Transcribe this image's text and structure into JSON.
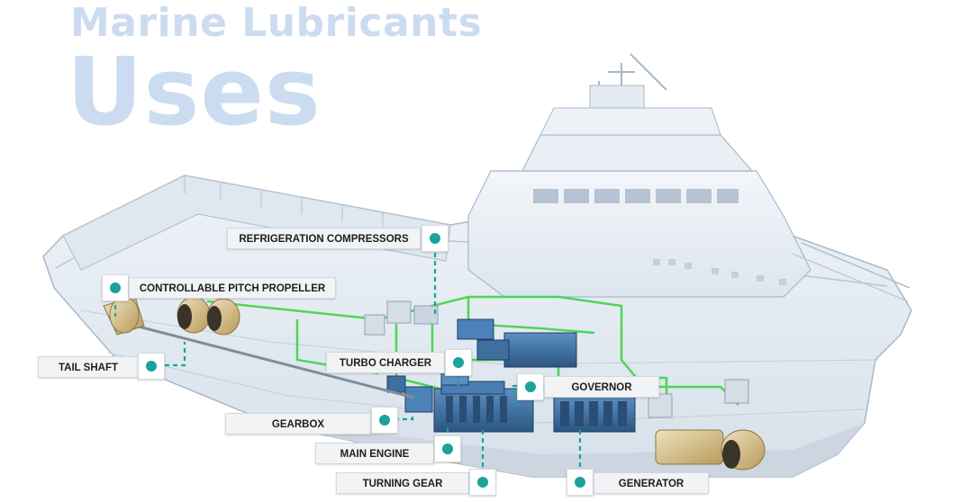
{
  "title": {
    "line1": "Marine Lubricants",
    "line2": "Uses"
  },
  "labels": {
    "refrigeration_compressors": "REFRIGERATION COMPRESSORS",
    "controllable_pitch_propeller": "CONTROLLABLE PITCH PROPELLER",
    "tail_shaft": "TAIL SHAFT",
    "turbo_charger": "TURBO CHARGER",
    "governor": "GOVERNOR",
    "gearbox": "GEARBOX",
    "main_engine": "MAIN ENGINE",
    "turning_gear": "TURNING GEAR",
    "generator": "GENERATOR"
  },
  "colors": {
    "title": "#ccdcf0",
    "hull": "#e8eef5",
    "hull_line": "#a9b8c8",
    "pipe": "#3ed447",
    "connector": "#1aa39a",
    "engine": "#3b6fa3",
    "propeller": "#cdb37a",
    "label_bg": "#f1f3f5"
  },
  "icons": [
    "location-dot-icon"
  ]
}
